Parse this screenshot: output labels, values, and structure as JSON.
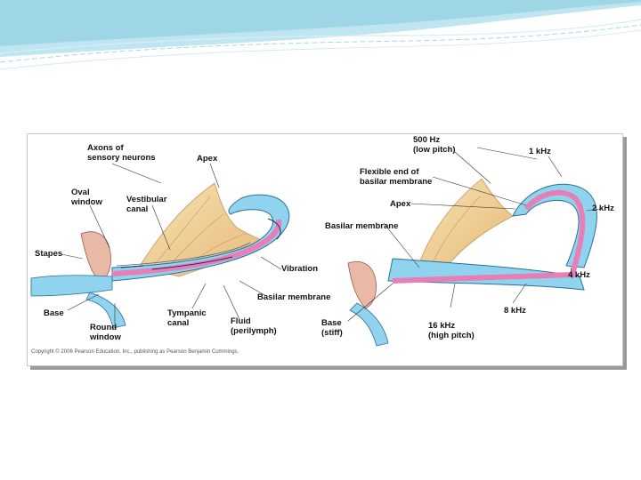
{
  "labels": {
    "axons": "Axons of\nsensory neurons",
    "apex_left": "Apex",
    "oval_window": "Oval\nwindow",
    "vestibular_canal": "Vestibular\ncanal",
    "stapes": "Stapes",
    "vibration": "Vibration",
    "basilar_membrane_left": "Basilar membrane",
    "base_left": "Base",
    "round_window": "Round\nwindow",
    "tympanic_canal": "Tympanic\ncanal",
    "fluid": "Fluid\n(perilymph)",
    "hz500": "500 Hz\n(low pitch)",
    "khz1": "1 kHz",
    "flexible_end": "Flexible end of\nbasilar membrane",
    "apex_right": "Apex",
    "khz2": "2 kHz",
    "basilar_membrane_right": "Basilar membrane",
    "khz4": "4 kHz",
    "khz8": "8 kHz",
    "base_right": "Base\n(stiff)",
    "khz16": "16 kHz\n(high pitch)"
  },
  "copyright": "Copyright © 2006 Pearson Education, Inc., publishing as Pearson Benjamin Cummings.",
  "colors": {
    "canal_blue": "#8fd3ee",
    "canal_edge": "#2c6f99",
    "membrane_pink": "#e67fb6",
    "nerve_tan": "#f2d6a0",
    "wave_blue": "#a7dbe8"
  }
}
